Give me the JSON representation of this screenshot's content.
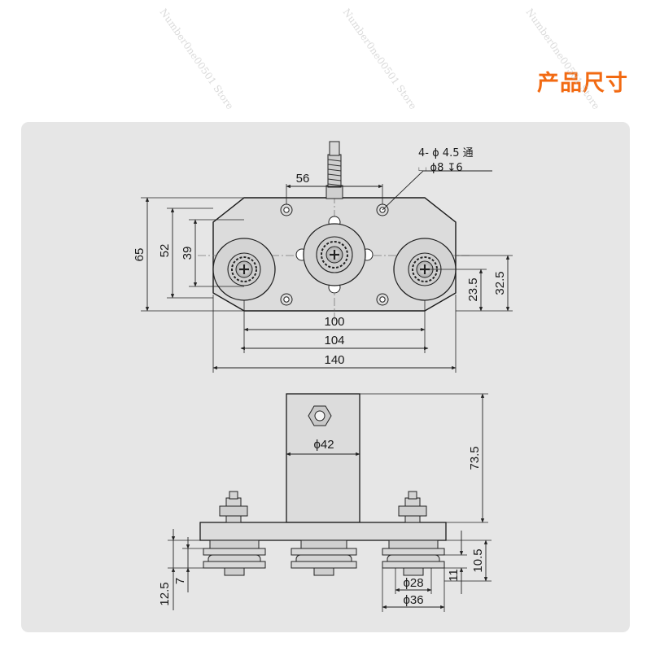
{
  "header": {
    "title": "产品尺寸"
  },
  "watermarks": [
    "Number0ne00501 Store",
    "Number0ne00501 Store",
    "Number0ne00501 Store"
  ],
  "top_view": {
    "hole_note_line1": "4- ϕ 4.5 通",
    "hole_note_line2": "⌴ ϕ8 ↧6",
    "dim_hole_spacing": "56",
    "dim_height_65": "65",
    "dim_height_52": "52",
    "dim_height_39": "39",
    "dim_23_5": "23.5",
    "dim_32_5": "32.5",
    "dim_100": "100",
    "dim_104": "104",
    "dim_140": "140"
  },
  "side_view": {
    "dim_post_dia": "ϕ42",
    "dim_73_5": "73.5",
    "dim_10_5": "10.5",
    "dim_11": "11",
    "dim_12_5": "12.5",
    "dim_7": "7",
    "dim_wheel_28": "ϕ28",
    "dim_wheel_36": "ϕ36"
  }
}
